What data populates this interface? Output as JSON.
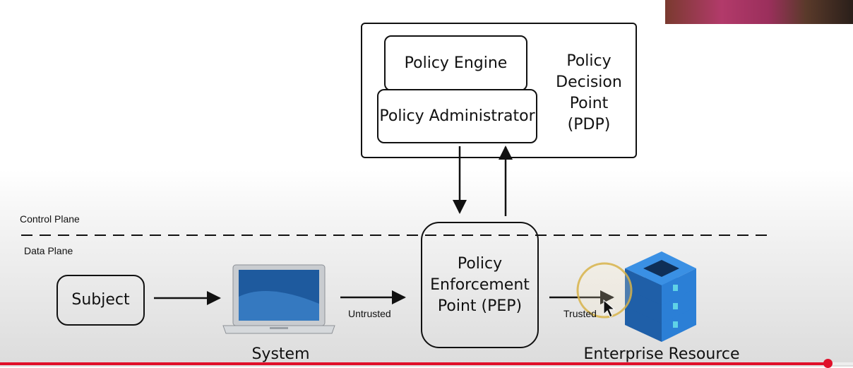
{
  "pdp": {
    "policy_engine": "Policy Engine",
    "policy_administrator": "Policy Administrator",
    "label_line1": "Policy",
    "label_line2": "Decision",
    "label_line3": "Point",
    "label_line4": "(PDP)"
  },
  "planes": {
    "control": "Control Plane",
    "data": "Data Plane"
  },
  "subject": "Subject",
  "system": "System",
  "pep": {
    "line1": "Policy",
    "line2": "Enforcement",
    "line3": "Point (PEP)"
  },
  "edges": {
    "untrusted": "Untrusted",
    "trusted": "Trusted"
  },
  "enterprise_resource": "Enterprise Resource",
  "video": {
    "progress_fraction": 0.97
  },
  "colors": {
    "server_blue": "#2b7fd6",
    "server_dark": "#1f5fa8",
    "server_slot": "#5fd2e6",
    "progress": "#e0102a",
    "cursor_ring": "#d9b44a"
  }
}
